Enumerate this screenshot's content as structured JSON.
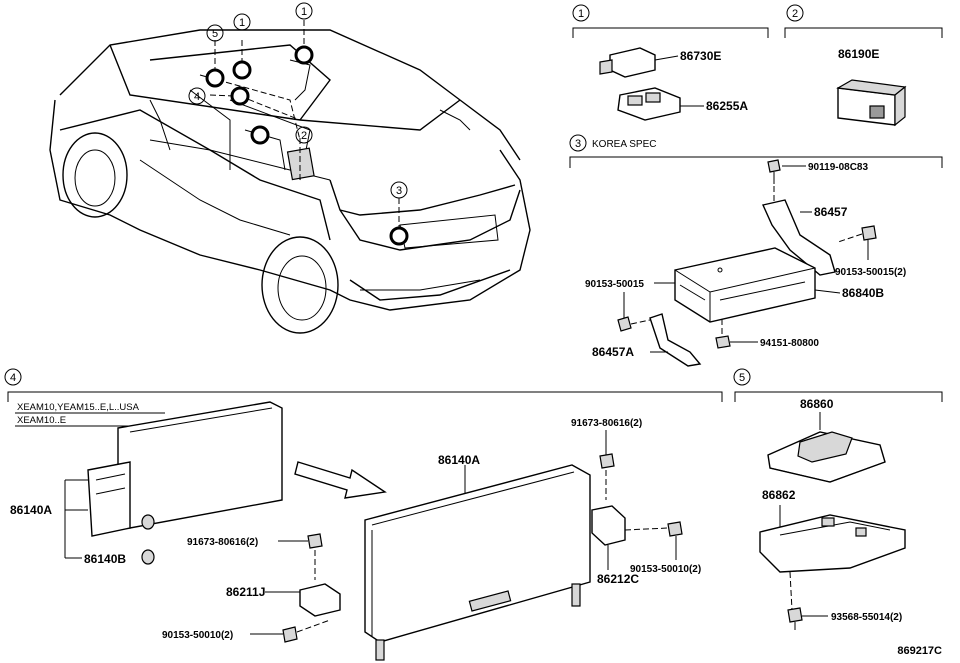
{
  "markers": {
    "m1": "1",
    "m2": "2",
    "m3": "3",
    "m4": "4",
    "m5": "5"
  },
  "section1": {
    "parts": [
      "86730E",
      "86255A"
    ]
  },
  "section2": {
    "parts": [
      "86190E"
    ]
  },
  "section3": {
    "caption": "KOREA SPEC",
    "parts": [
      "90119-08C83",
      "86457",
      "90153-50015(2)",
      "90153-50015",
      "86840B",
      "94151-80800",
      "86457A"
    ]
  },
  "section4": {
    "applicability": [
      "XEAM10,YEAM15..E,L..USA",
      "XEAM10..E"
    ],
    "parts": [
      "86140A",
      "86140B",
      "86140A",
      "91673-80616(2)",
      "91673-80616(2)",
      "86211J",
      "90153-50010(2)",
      "86212C",
      "90153-50010(2)"
    ]
  },
  "section5": {
    "parts": [
      "86860",
      "86862",
      "93568-55014(2)"
    ]
  },
  "figure_id": "869217C"
}
